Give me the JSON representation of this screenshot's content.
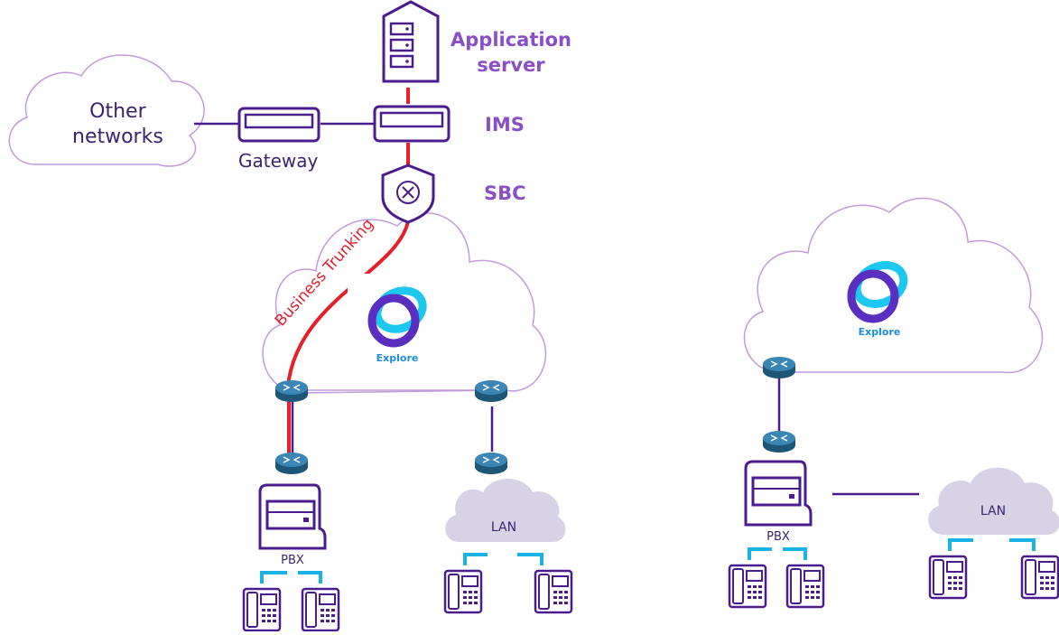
{
  "labels": {
    "application_server": "Application\nserver",
    "ims": "IMS",
    "sbc": "SBC",
    "other_networks": "Other\nnetworks",
    "gateway": "Gateway",
    "business_trunking": "Business Trunking",
    "explore_left": "Explore",
    "explore_right": "Explore",
    "pbx_left": "PBX",
    "pbx_right": "PBX",
    "lan_left": "LAN",
    "lan_right": "LAN"
  },
  "colors": {
    "purple": "#4b1c8e",
    "accent_purple": "#8a4fc6",
    "cloud_stroke": "#c39ad9",
    "trunk_red": "#e4202b",
    "phone_link": "#1ab3e6",
    "router": "#2f6f95",
    "lan_fill": "#d7d2e6"
  }
}
